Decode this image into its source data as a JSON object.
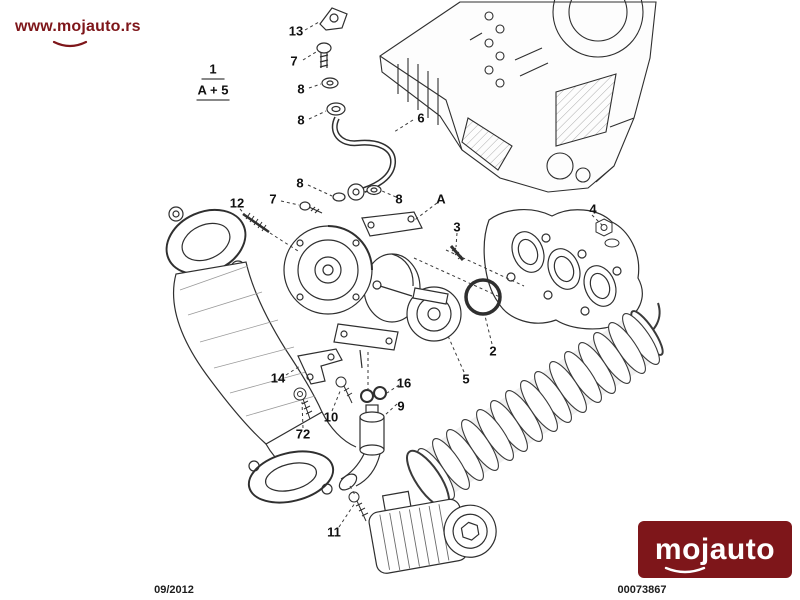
{
  "page": {
    "logo_text": "www.mojauto.rs",
    "watermark_text": "mojauto",
    "footer_date": "09/2012",
    "footer_doc_number": "00073867"
  },
  "colors": {
    "brand_maroon": "#7e161a",
    "line_black": "#2f2f2f"
  },
  "diagram": {
    "group_label": {
      "line1": "1",
      "line2": "A + 5"
    },
    "callouts": [
      {
        "label": "13"
      },
      {
        "label": "7"
      },
      {
        "label": "8"
      },
      {
        "label": "8"
      },
      {
        "label": "6"
      },
      {
        "label": "8"
      },
      {
        "label": "7"
      },
      {
        "label": "8"
      },
      {
        "label": "A"
      },
      {
        "label": "3"
      },
      {
        "label": "4"
      },
      {
        "label": "12"
      },
      {
        "label": "2"
      },
      {
        "label": "5"
      },
      {
        "label": "14"
      },
      {
        "label": "16"
      },
      {
        "label": "9"
      },
      {
        "label": "10"
      },
      {
        "label": "72"
      },
      {
        "label": "11"
      }
    ]
  }
}
